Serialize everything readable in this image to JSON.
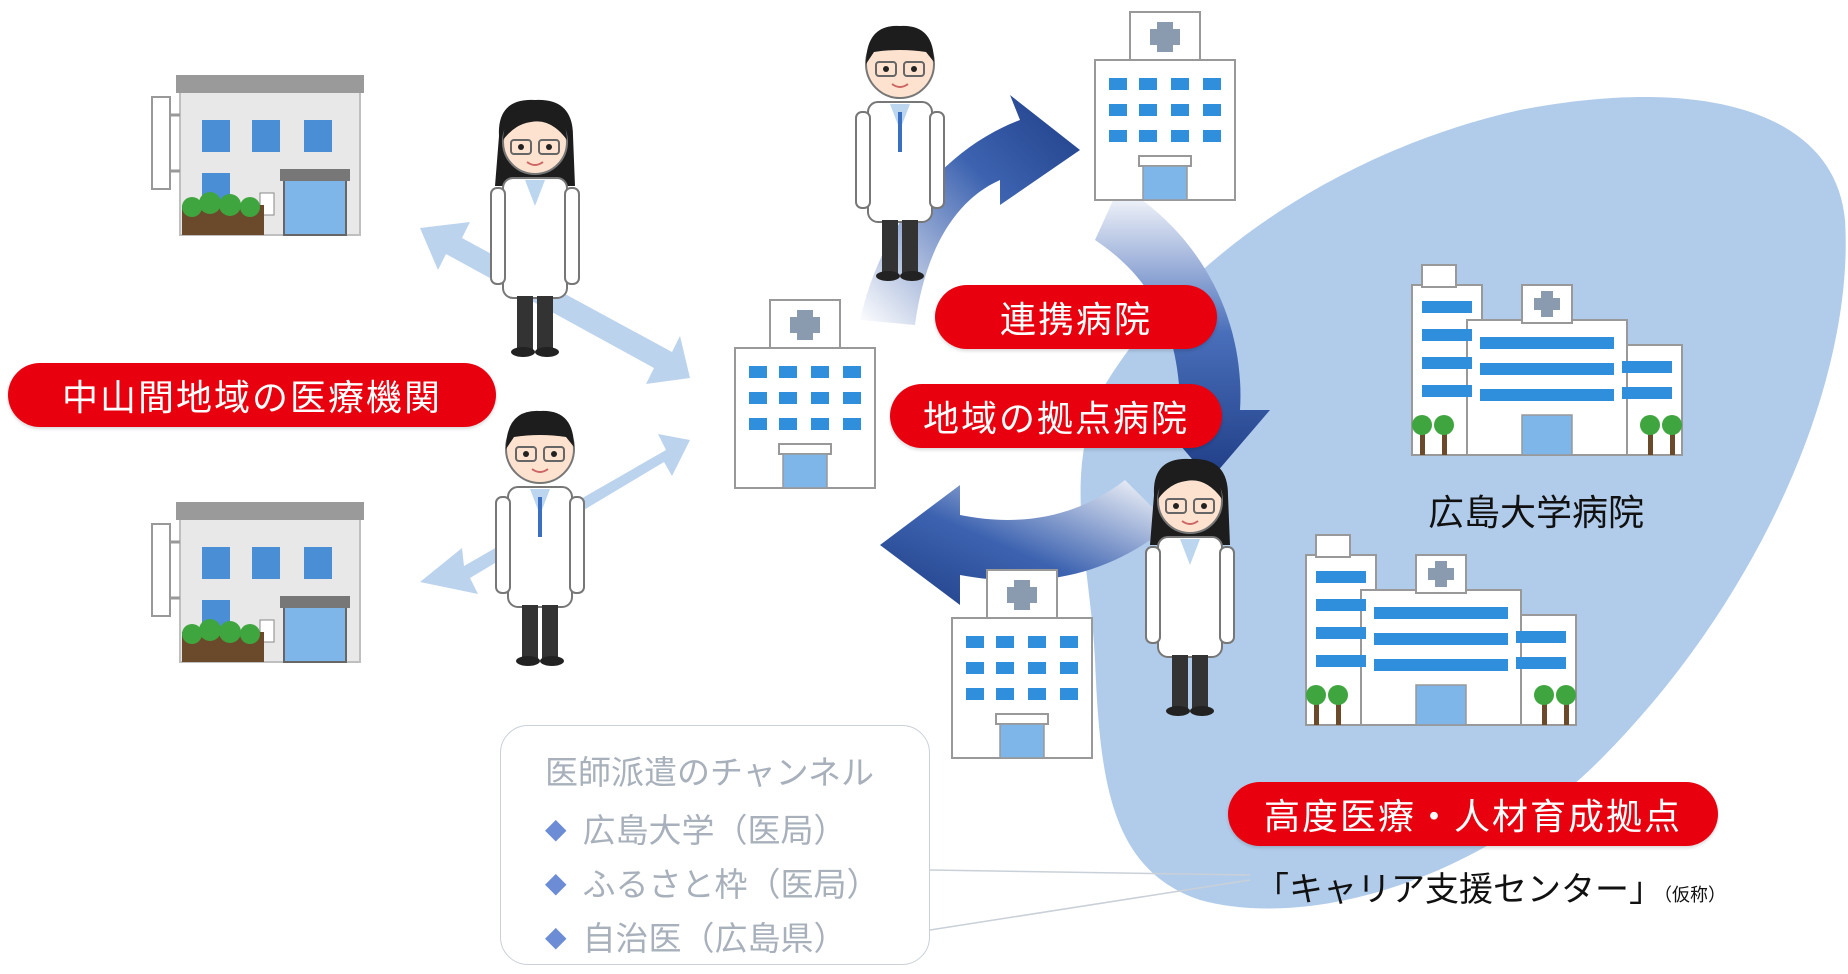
{
  "labels": {
    "rural": "中山間地域の医療機関",
    "partner": "連携病院",
    "regional_hub": "地域の拠点病院",
    "hiroshima": "広島大学病院",
    "advanced": "高度医療・人材育成拠点",
    "career_center": "「キャリア支援センター」",
    "career_center_note": "（仮称）"
  },
  "legend": {
    "title": "医師派遣のチャンネル",
    "items": [
      "広島大学（医局）",
      "ふるさと枠（医局）",
      "自治医（広島県）"
    ],
    "bullet": "◆"
  },
  "colors": {
    "accent_red": "#e8000f",
    "ellipse_blue": "#a9c6e8",
    "arrow_navy": "#1f3d86",
    "arrow_light": "#bcd3ee",
    "building_blue": "#2f8fdc"
  },
  "icons": [
    "clinic-building-icon",
    "hospital-building-icon",
    "doctor-icon",
    "cycle-arrow-icon",
    "double-arrow-icon"
  ]
}
